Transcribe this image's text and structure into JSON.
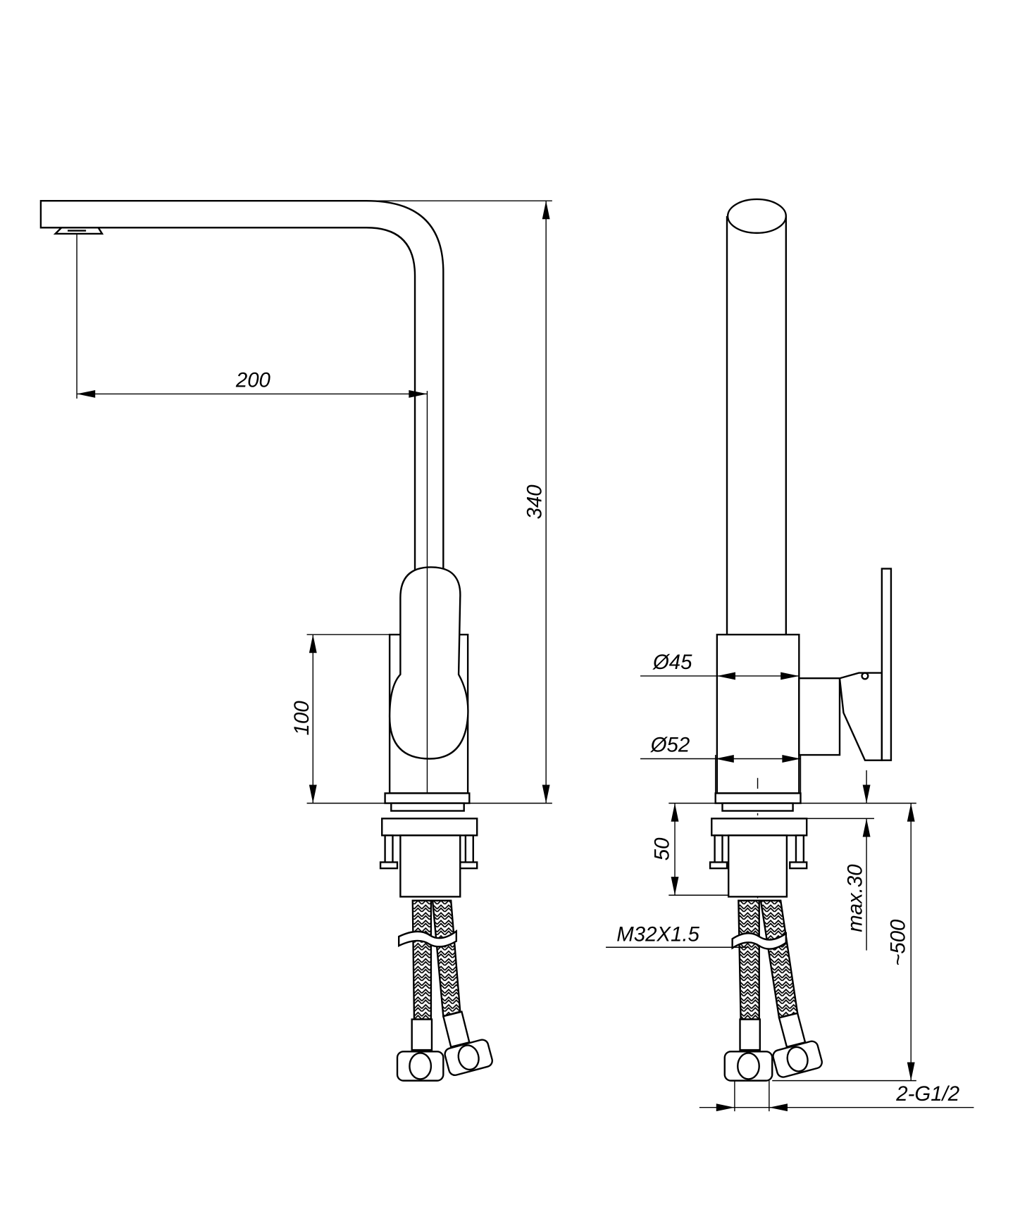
{
  "title": "Kitchen faucet dimensional drawing",
  "colors": {
    "line": "#000000",
    "background": "#ffffff"
  },
  "side_view": {
    "dimensions": {
      "spout_reach": "200",
      "total_height": "340",
      "body_height": "100"
    }
  },
  "front_view": {
    "dimensions": {
      "tube_diameter": "Ø45",
      "base_diameter": "Ø52",
      "shank_length": "50",
      "max_deck_thickness": "max.30",
      "hose_length": "~500",
      "thread": "M32X1.5",
      "connections": "2-G1/2"
    }
  }
}
